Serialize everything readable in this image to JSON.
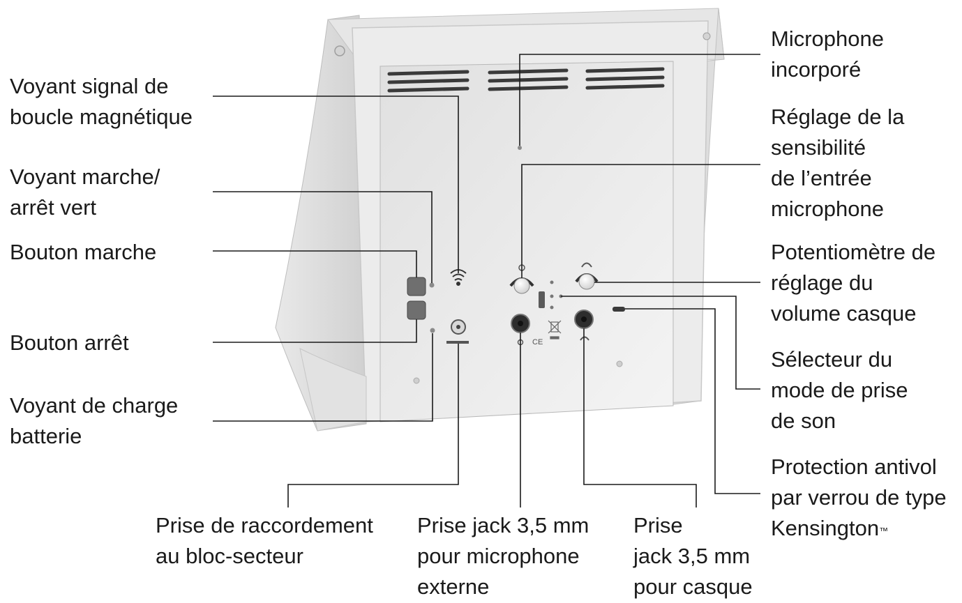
{
  "callouts": {
    "loop_indicator": [
      "Voyant signal de",
      "boucle magnétique"
    ],
    "power_indicator": [
      "Voyant marche/",
      "arrêt vert"
    ],
    "on_button": [
      "Bouton marche"
    ],
    "off_button": [
      "Bouton arrêt"
    ],
    "charge_indicator": [
      "Voyant de charge",
      "batterie"
    ],
    "power_socket": [
      "Prise de raccordement",
      "au bloc-secteur"
    ],
    "mic_jack": [
      "Prise jack 3,5 mm",
      "pour microphone",
      "externe"
    ],
    "headphone_jack": [
      "Prise",
      "jack 3,5 mm",
      "pour casque"
    ],
    "builtin_mic": [
      "Microphone",
      "incorporé"
    ],
    "mic_sensitivity": [
      "Réglage de la",
      "sensibilité",
      "de l’entrée",
      "microphone"
    ],
    "volume_pot": [
      "Potentiomètre de",
      "réglage du",
      "volume casque"
    ],
    "mode_selector": [
      "Sélecteur du",
      "mode de prise",
      "de son"
    ],
    "antitheft": [
      "Protection antivol",
      "par verrou de type",
      "Kensington"
    ]
  },
  "trademark": "™",
  "device_markings": {
    "ce": "CE"
  },
  "colors": {
    "line": "#1a1a1a",
    "device_light": "#f2f2f2",
    "device_mid": "#d9d9d9",
    "device_dark": "#9a9a9a",
    "button": "#7a7a7a"
  }
}
